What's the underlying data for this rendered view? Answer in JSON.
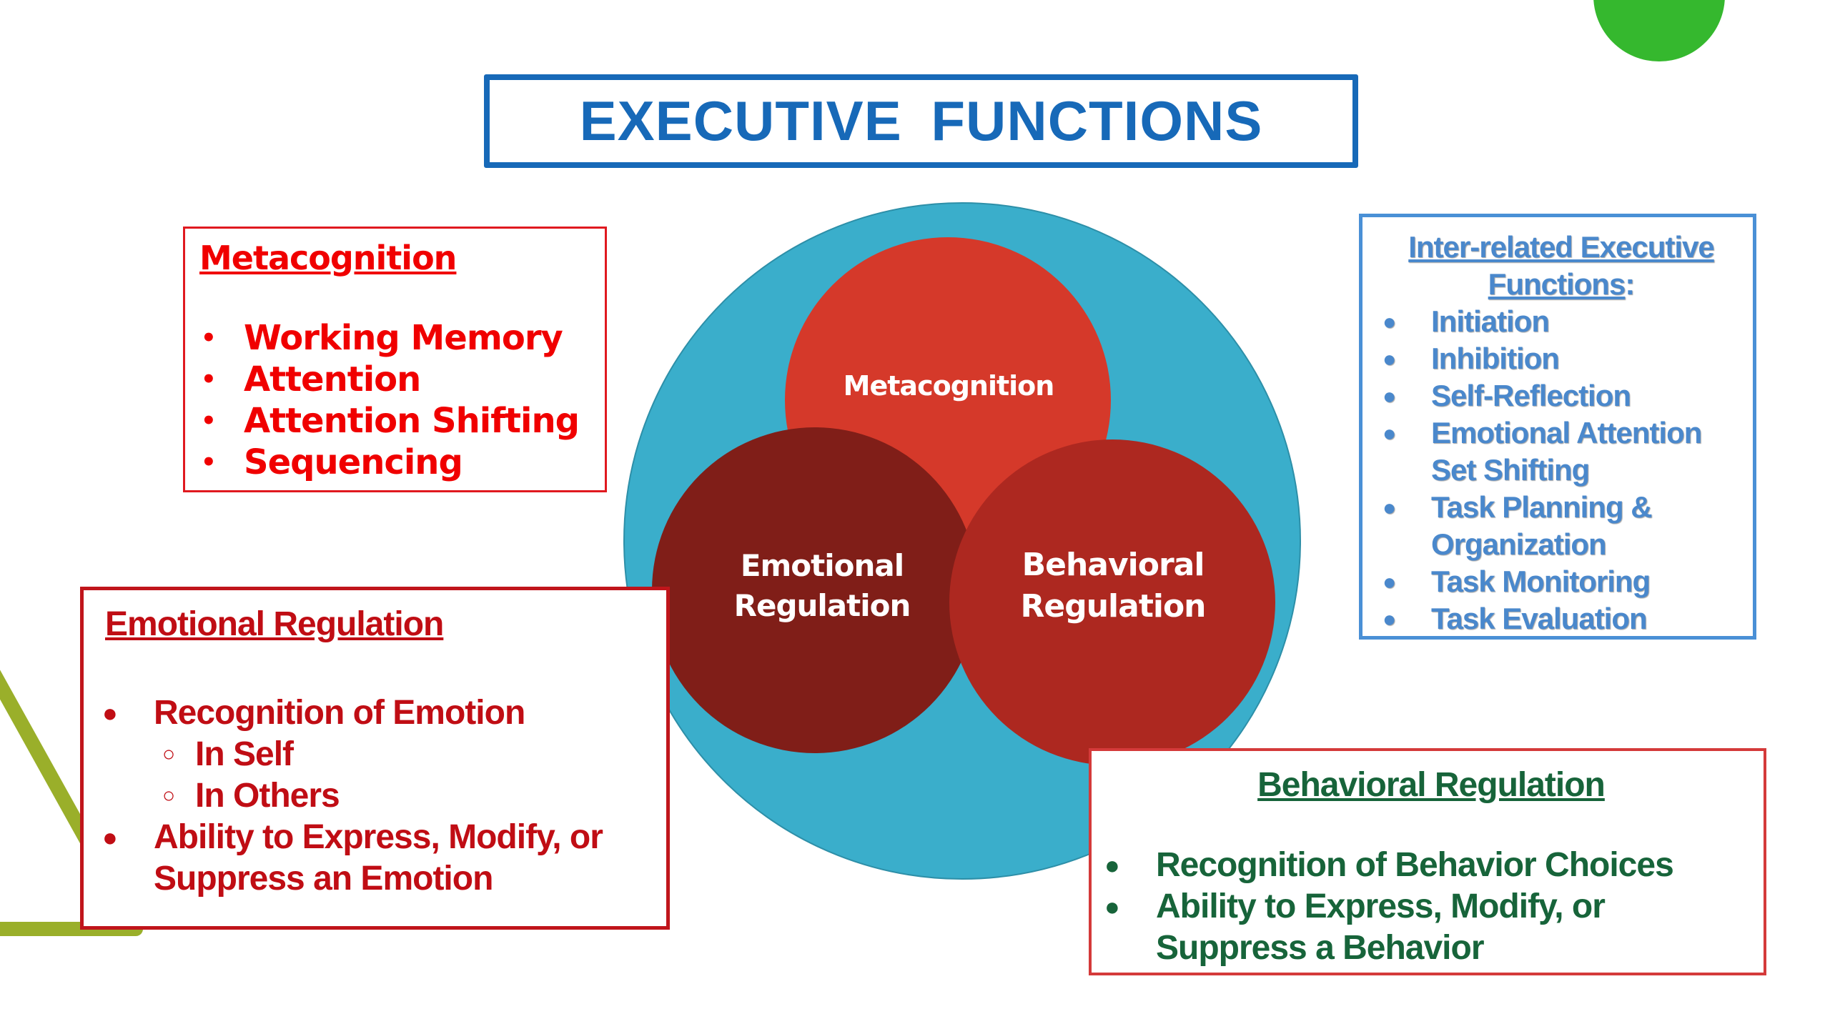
{
  "title": "EXECUTIVE FUNCTIONS",
  "colors": {
    "title_blue": "#1769b8",
    "outer_circle": "#3aaecb",
    "metacognition_circle": "#d5392a",
    "emotional_circle": "#801e18",
    "behavioral_circle": "#ad2820",
    "deco_green_circle": "#35b82e",
    "deco_olive_triangle": "#9aaf2a"
  },
  "venn": {
    "outer_label": "",
    "circles": [
      {
        "id": "metacognition",
        "label": "Metacognition"
      },
      {
        "id": "emotional",
        "label_lines": [
          "Emotional",
          "Regulation"
        ]
      },
      {
        "id": "behavioral",
        "label_lines": [
          "Behavioral",
          "Regulation"
        ]
      }
    ]
  },
  "metacognition_box": {
    "heading": "Metacognition",
    "bullet": "•",
    "items": [
      "Working Memory",
      "Attention",
      "Attention Shifting",
      "Sequencing"
    ]
  },
  "interrelated_box": {
    "heading_line1": "Inter-related Executive",
    "heading_line2": "Functions",
    "heading_colon": ":",
    "bullet": "●",
    "items": [
      {
        "text": "Initiation",
        "bullet": true
      },
      {
        "text": "Inhibition",
        "bullet": true
      },
      {
        "text": "Self-Reflection",
        "bullet": true
      },
      {
        "text": "Emotional Attention",
        "bullet": true
      },
      {
        "text": "Set Shifting",
        "bullet": false
      },
      {
        "text": "Task Planning &",
        "bullet": true
      },
      {
        "text": "Organization",
        "bullet": false
      },
      {
        "text": "Task Monitoring",
        "bullet": true
      },
      {
        "text": "Task Evaluation",
        "bullet": true
      }
    ]
  },
  "emotional_box": {
    "heading": "Emotional Regulation",
    "bullet": "●",
    "sub_bullet": "○",
    "items": [
      {
        "text": "Recognition of Emotion",
        "level": 1,
        "bullet": true
      },
      {
        "text": "In Self",
        "level": 2,
        "bullet": true
      },
      {
        "text": "In Others",
        "level": 2,
        "bullet": true
      },
      {
        "text": "Ability to Express, Modify, or",
        "level": 1,
        "bullet": true
      },
      {
        "text": "Suppress an Emotion",
        "level": 1,
        "bullet": false
      }
    ]
  },
  "behavioral_box": {
    "heading": "Behavioral Regulation",
    "bullet": "●",
    "items": [
      {
        "text": "Recognition of Behavior Choices",
        "bullet": true
      },
      {
        "text": "Ability to Express, Modify, or",
        "bullet": true
      },
      {
        "text": "Suppress a Behavior",
        "bullet": false
      }
    ]
  }
}
